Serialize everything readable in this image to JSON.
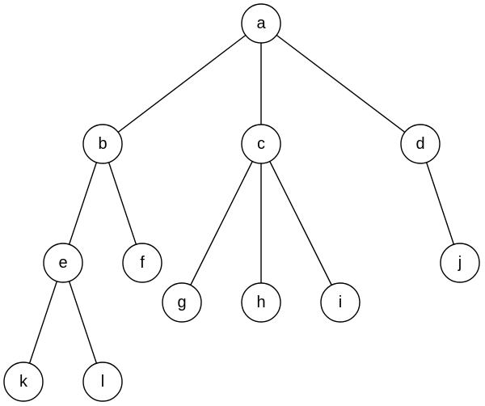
{
  "diagram": {
    "nodes": [
      {
        "id": "a",
        "label": "a"
      },
      {
        "id": "b",
        "label": "b"
      },
      {
        "id": "c",
        "label": "c"
      },
      {
        "id": "d",
        "label": "d"
      },
      {
        "id": "e",
        "label": "e"
      },
      {
        "id": "f",
        "label": "f"
      },
      {
        "id": "g",
        "label": "g"
      },
      {
        "id": "h",
        "label": "h"
      },
      {
        "id": "i",
        "label": "i"
      },
      {
        "id": "j",
        "label": "j"
      },
      {
        "id": "k",
        "label": "k"
      },
      {
        "id": "l",
        "label": "l"
      }
    ],
    "edges": [
      {
        "from": "a",
        "to": "b"
      },
      {
        "from": "a",
        "to": "c"
      },
      {
        "from": "a",
        "to": "d"
      },
      {
        "from": "b",
        "to": "e"
      },
      {
        "from": "b",
        "to": "f"
      },
      {
        "from": "c",
        "to": "g"
      },
      {
        "from": "c",
        "to": "h"
      },
      {
        "from": "c",
        "to": "i"
      },
      {
        "from": "d",
        "to": "j"
      },
      {
        "from": "e",
        "to": "k"
      },
      {
        "from": "e",
        "to": "l"
      }
    ]
  }
}
